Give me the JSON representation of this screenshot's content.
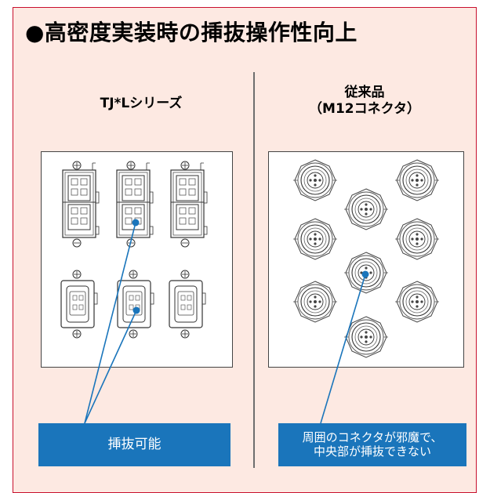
{
  "title": "●高密度実装時の挿抜操作性向上",
  "left": {
    "heading": "TJ*Lシリーズ",
    "callout": "挿抜可能"
  },
  "right": {
    "heading_line1": "従来品",
    "heading_line2": "（M12コネクタ）",
    "callout_line1": "周囲のコネクタが邪魔で、",
    "callout_line2": "中央部が挿抜できない"
  },
  "colors": {
    "frame_border": "#c8102e",
    "frame_fill": "#fde9e2",
    "callout_fill": "#1a75bb",
    "pointer_line": "#1a75bb",
    "pointer_dot": "#1a75bb"
  },
  "icons": {
    "tj_connector_top": "connector-double-receptacle-icon",
    "tj_connector_bottom": "connector-single-receptacle-icon",
    "m12_connector": "m12-round-connector-icon"
  }
}
